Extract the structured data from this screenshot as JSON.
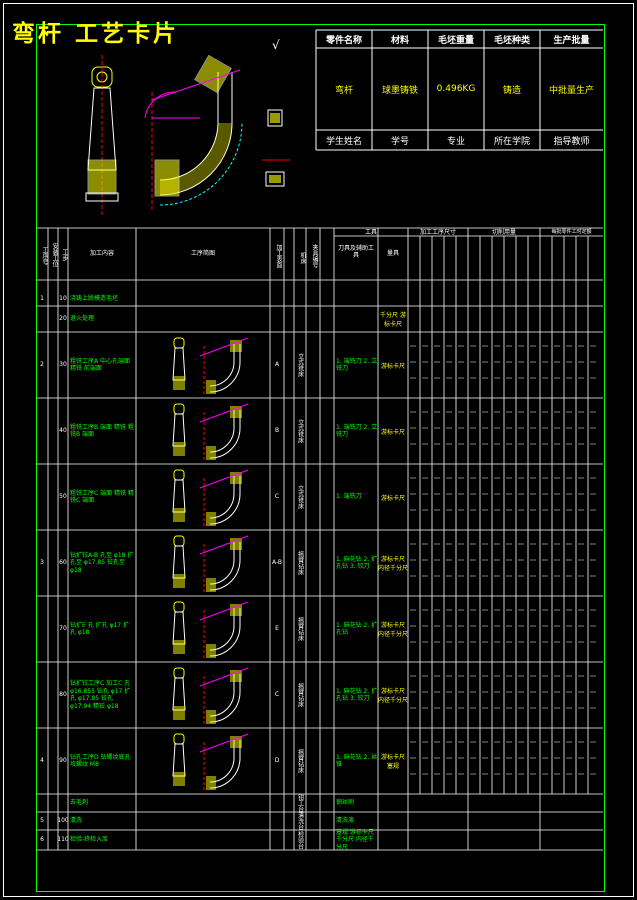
{
  "title": "弯杆 工艺卡片",
  "roughness_symbol": "√",
  "info": {
    "headers": [
      "零件名称",
      "材料",
      "毛坯重量",
      "毛坯种类",
      "生产批量"
    ],
    "values": [
      "弯杆",
      "球墨铸铁",
      "0.496KG",
      "铸造",
      "中批量生产"
    ],
    "student_row": [
      "学生姓名",
      "学号",
      "专业",
      "所在学院",
      "指导教师"
    ]
  },
  "table_header": {
    "col_process_no": "工序号",
    "col_install": "安装工位",
    "col_step": "工步",
    "col_content": "加工内容",
    "col_sketch": "工序简图",
    "col_face": "加工表面",
    "col_tool_group": "工具",
    "col_machine": "机床",
    "col_fixture_code": "夹具编号",
    "col_tool": "刀具及辅助工具",
    "col_gauge": "量具",
    "col_dims_group": "加工工序尺寸",
    "col_cut_group": "切削用量",
    "col_time_group": "每批零件工时定额"
  },
  "colors": {
    "yellow": "#ffff00",
    "green": "#00ff00",
    "white": "#ffffff",
    "magenta": "#ff00ff",
    "red": "#ff0000"
  },
  "rows": [
    {
      "no": "",
      "sub": "",
      "content": "",
      "face": "",
      "machine": "",
      "tool": "",
      "gauge": ""
    },
    {
      "no": "1",
      "sub": "10",
      "content": "浇铸上脱模造毛坯",
      "face": "",
      "machine": "",
      "tool": "",
      "gauge": ""
    },
    {
      "no": "",
      "sub": "20",
      "content": "退火处理",
      "face": "",
      "machine": "",
      "tool": "",
      "gauge": "千分尺 游标卡尺"
    },
    {
      "no": "2",
      "sub": "30",
      "content": "粗铣工序A 中心孔端面 精铣 前端面",
      "face": "A",
      "machine": "立式铣床",
      "tool": "1. 端铣刀 2. 立铣刀",
      "gauge": "游标卡尺"
    },
    {
      "no": "",
      "sub": "40",
      "content": "粗铣工序B 端面 精铣 粗铣B 端面",
      "face": "B",
      "machine": "立式铣床",
      "tool": "1. 端铣刀 2. 立铣刀",
      "gauge": "游标卡尺"
    },
    {
      "no": "",
      "sub": "50",
      "content": "粗铣工序C 端面 精铣 精铣C 端面",
      "face": "C",
      "machine": "立式铣床",
      "tool": "1. 端铣刀",
      "gauge": "游标卡尺"
    },
    {
      "no": "3",
      "sub": "60",
      "content": "钻扩铰A-B 孔至 φ18 扩孔至 φ17.85 铰孔至 φ18",
      "face": "A-B",
      "machine": "摇臂钻床",
      "tool": "1. 麻花钻 2. 扩孔钻 3. 铰刀",
      "gauge": "游标卡尺 内径千分尺"
    },
    {
      "no": "",
      "sub": "70",
      "content": "钻扩E 孔 扩孔 φ17 扩孔 φ18",
      "face": "E",
      "machine": "摇臂钻床",
      "tool": "1. 麻花钻 2. 扩孔钻",
      "gauge": "游标卡尺 内径千分尺"
    },
    {
      "no": "",
      "sub": "80",
      "content": "钻扩铰工序C 加工C 孔 φ16.855 钻孔 φ17 扩孔 φ17.85 铰孔 φ17.94 精铰 φ18",
      "face": "C",
      "machine": "摇臂钻床",
      "tool": "1. 麻花钻 2. 扩孔钻 3. 铰刀",
      "gauge": "游标卡尺 内径千分尺"
    },
    {
      "no": "4",
      "sub": "90",
      "content": "钻孔工序D 钻螺纹底孔 攻螺纹 M8",
      "face": "D",
      "machine": "摇臂钻床",
      "tool": "1. 麻花钻 2. 丝锥",
      "gauge": "游标卡尺 塞规"
    },
    {
      "no": "",
      "sub": "",
      "content": "去毛刺",
      "face": "",
      "machine": "钳工台",
      "tool": "钢丝刷",
      "gauge": ""
    },
    {
      "no": "5",
      "sub": "100",
      "content": "清洗",
      "face": "",
      "machine": "清洗台",
      "tool": "清洗液",
      "gauge": ""
    },
    {
      "no": "6",
      "sub": "110",
      "content": "检验-终检入库",
      "face": "",
      "machine": "检验台",
      "tool": "塞规 游标卡尺 千分尺 内径千分尺",
      "gauge": ""
    }
  ]
}
